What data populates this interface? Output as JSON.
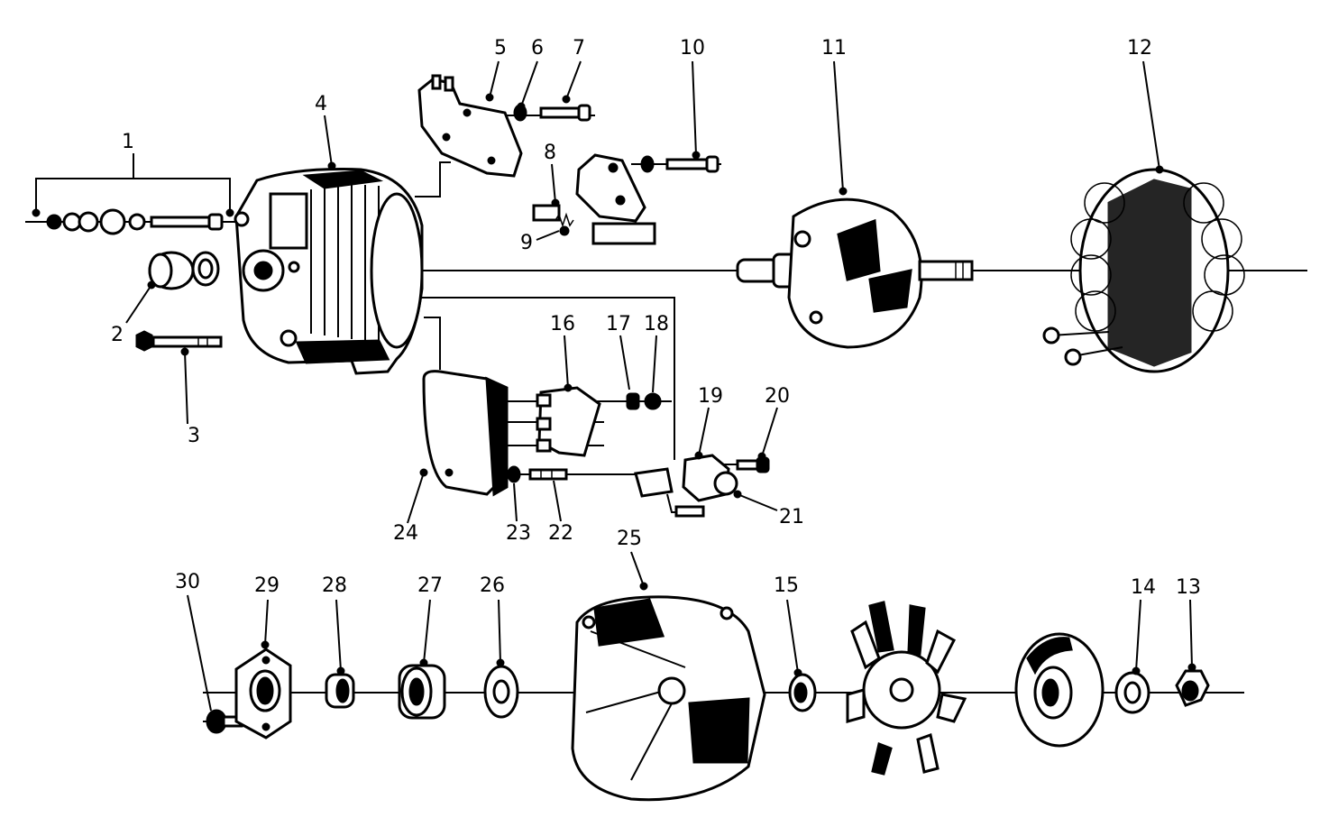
{
  "diagram": {
    "callouts": [
      {
        "id": "c1",
        "text": "1"
      },
      {
        "id": "c2",
        "text": "2"
      },
      {
        "id": "c3",
        "text": "3"
      },
      {
        "id": "c4",
        "text": "4"
      },
      {
        "id": "c5",
        "text": "5"
      },
      {
        "id": "c6",
        "text": "6"
      },
      {
        "id": "c7",
        "text": "7"
      },
      {
        "id": "c8",
        "text": "8"
      },
      {
        "id": "c9",
        "text": "9"
      },
      {
        "id": "c10",
        "text": "10"
      },
      {
        "id": "c11",
        "text": "11"
      },
      {
        "id": "c12",
        "text": "12"
      },
      {
        "id": "c13",
        "text": "13"
      },
      {
        "id": "c14",
        "text": "14"
      },
      {
        "id": "c15",
        "text": "15"
      },
      {
        "id": "c16",
        "text": "16"
      },
      {
        "id": "c17",
        "text": "17"
      },
      {
        "id": "c18",
        "text": "18"
      },
      {
        "id": "c19",
        "text": "19"
      },
      {
        "id": "c20",
        "text": "20"
      },
      {
        "id": "c21",
        "text": "21"
      },
      {
        "id": "c22",
        "text": "22"
      },
      {
        "id": "c23",
        "text": "23"
      },
      {
        "id": "c24",
        "text": "24"
      },
      {
        "id": "c25",
        "text": "25"
      },
      {
        "id": "c26",
        "text": "26"
      },
      {
        "id": "c27",
        "text": "27"
      },
      {
        "id": "c28",
        "text": "28"
      },
      {
        "id": "c29",
        "text": "29"
      },
      {
        "id": "c30",
        "text": "30"
      }
    ]
  }
}
